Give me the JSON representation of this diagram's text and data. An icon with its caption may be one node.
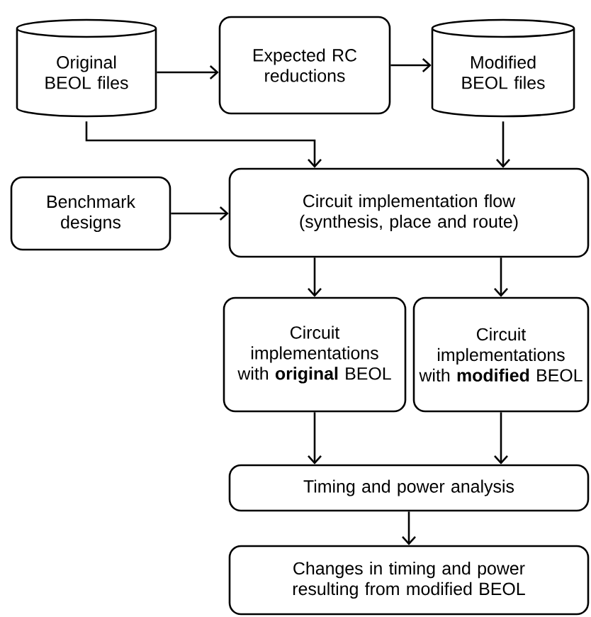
{
  "diagram": {
    "nodes": [
      {
        "text": [
          "Original BEOL files"
        ]
      },
      {
        "text": [
          "Expected RC reductions"
        ]
      },
      {
        "text": [
          "Modified BEOL files"
        ]
      },
      {
        "text": [
          "Benchmark designs"
        ]
      },
      {
        "text": [
          "Circuit implementation flow (synthesis, place and route)"
        ]
      },
      {
        "text": [
          "Circuit implementations with **original** BEOL"
        ]
      },
      {
        "text": [
          "Circuit implementations with **modified** BEOL"
        ]
      },
      {
        "text": [
          "Timing and power analysis"
        ]
      },
      {
        "text": [
          "Changes in timing and power resulting from modified BEOL"
        ]
      }
    ],
    "edges": [
      {
        "from": 0,
        "to": 1,
        "arrow": "to"
      },
      {
        "from": 1,
        "to": 2,
        "arrow": "to"
      },
      {
        "from": 0,
        "to": 4,
        "arrow": "to"
      },
      {
        "from": 2,
        "to": 4,
        "arrow": "to"
      },
      {
        "from": 3,
        "to": 4,
        "arrow": "to"
      },
      {
        "from": 4,
        "to": 5,
        "arrow": "to"
      },
      {
        "from": 4,
        "to": 6,
        "arrow": "to"
      },
      {
        "from": 5,
        "to": 7,
        "arrow": "to"
      },
      {
        "from": 6,
        "to": 7,
        "arrow": "to"
      },
      {
        "from": 7,
        "to": 8,
        "arrow": "to"
      }
    ]
  }
}
